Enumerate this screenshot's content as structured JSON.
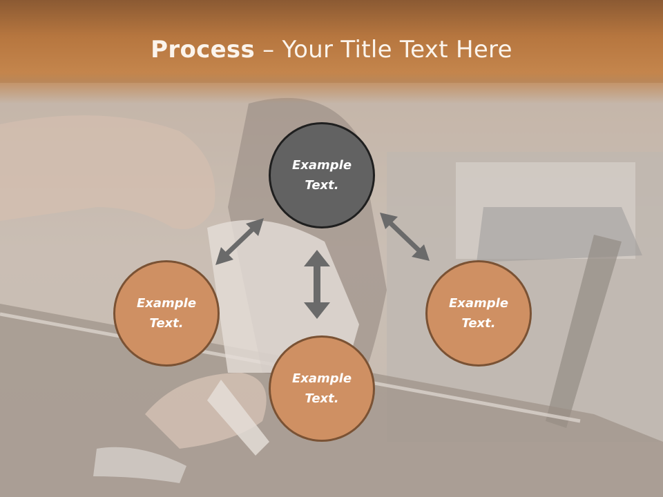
{
  "header": {
    "title_bold": "Process",
    "title_rest": " – Your Title Text Here"
  },
  "nodes": {
    "top": "Example Text.",
    "left": "Example Text.",
    "right": "Example Text.",
    "bottom": "Example Text."
  },
  "colors": {
    "header": "#b6763f",
    "dark_node": "#626262",
    "tan_node": "#cf9063",
    "arrow": "#6a6a6a"
  }
}
